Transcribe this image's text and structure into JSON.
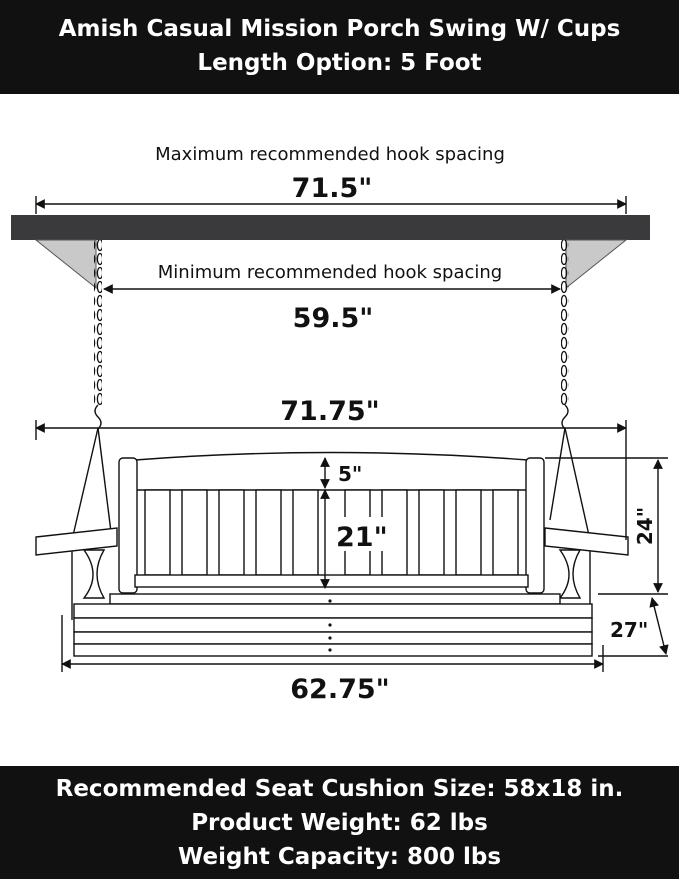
{
  "header": {
    "title": "Amish Casual Mission Porch Swing W/ Cups",
    "subtitle": "Length Option: 5 Foot"
  },
  "diagram": {
    "max_hook_label": "Maximum recommended hook spacing",
    "max_hook_value": "71.5\"",
    "min_hook_label": "Minimum recommended hook spacing",
    "min_hook_value": "59.5\"",
    "overall_width": "71.75\"",
    "back_top_gap": "5\"",
    "back_height": "21\"",
    "arm_height": "24\"",
    "seat_depth": "27\"",
    "seat_width": "62.75\""
  },
  "footer": {
    "cushion": "Recommended Seat Cushion Size: 58x18 in.",
    "weight": "Product Weight: 62 lbs",
    "capacity": "Weight Capacity: 800 lbs"
  },
  "colors": {
    "banner": "#111111",
    "beam": "#3a3a3c",
    "bracket": "#c9c9c9"
  }
}
